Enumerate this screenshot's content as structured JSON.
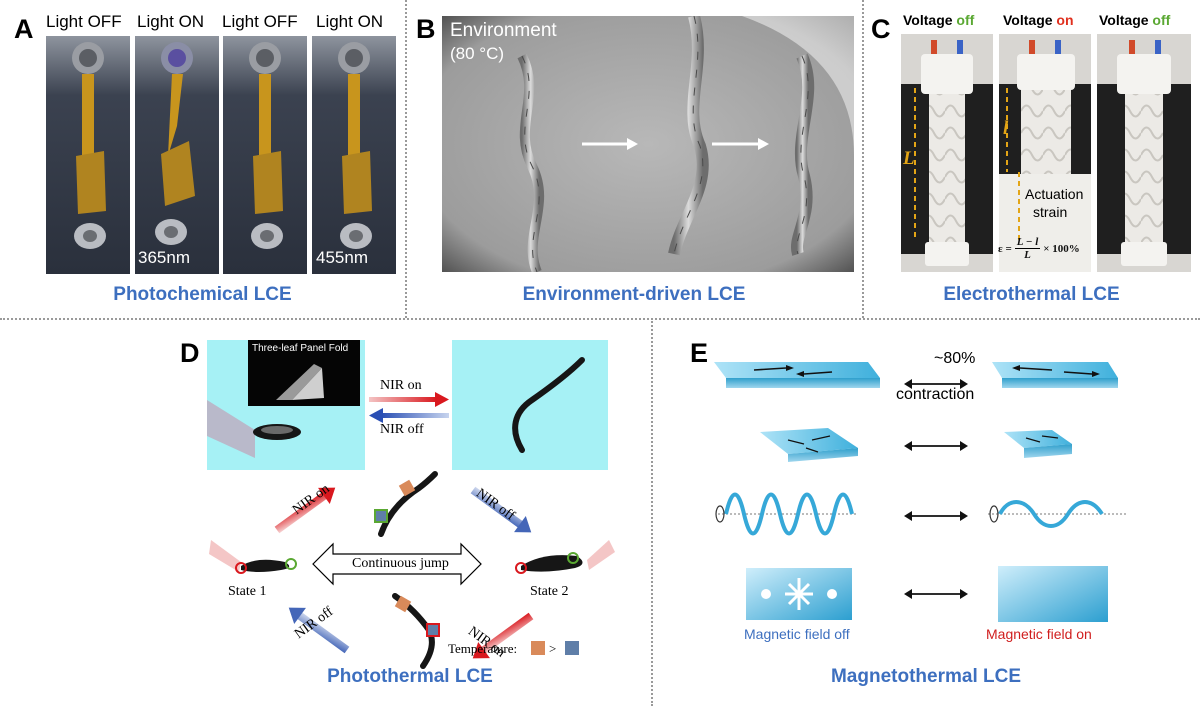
{
  "panels": {
    "A": {
      "letter": "A",
      "frames": [
        "Light OFF",
        "Light ON",
        "Light OFF",
        "Light ON"
      ],
      "wavelengths": [
        "365nm",
        "455nm"
      ],
      "caption": "Photochemical LCE"
    },
    "B": {
      "letter": "B",
      "overlay_line1": "Environment",
      "overlay_line2": "(80 °C)",
      "caption": "Environment-driven LCE"
    },
    "C": {
      "letter": "C",
      "headers": [
        {
          "word": "Voltage",
          "state": "off",
          "state_color": "#5aa832"
        },
        {
          "word": "Voltage",
          "state": "on",
          "state_color": "#e0301e"
        },
        {
          "word": "Voltage",
          "state": "off",
          "state_color": "#5aa832"
        }
      ],
      "length_L": "L",
      "length_l": "l",
      "actuation_line1": "Actuation",
      "actuation_line2": "strain",
      "formula_lhs": "ε =",
      "formula_num": "L − l",
      "formula_den": "L",
      "formula_rhs": "× 100%",
      "caption": "Electrothermal LCE"
    },
    "D": {
      "letter": "D",
      "inset_title": "Three-leaf Panel Fold",
      "nir_on": "NIR on",
      "nir_off": "NIR off",
      "continuous_jump": "Continuous jump",
      "state1": "State 1",
      "state2": "State 2",
      "temperature_label": "Temperature:",
      "temperature_compare": ">",
      "caption": "Photothermal LCE"
    },
    "E": {
      "letter": "E",
      "contraction_pct": "~80%",
      "contraction_word": "contraction",
      "field_off": "Magnetic field off",
      "field_on": "Magnetic field on",
      "field_off_color": "#3d6fbf",
      "field_on_color": "#d01e1e",
      "caption": "Magnetothermal LCE"
    }
  },
  "colors": {
    "caption_blue": "#3d6fbf",
    "cyan_bg": "#a6f1f5",
    "slab_blue": "#5bb8e0",
    "hot": "#d98a5a",
    "cold": "#5f7ea8"
  }
}
